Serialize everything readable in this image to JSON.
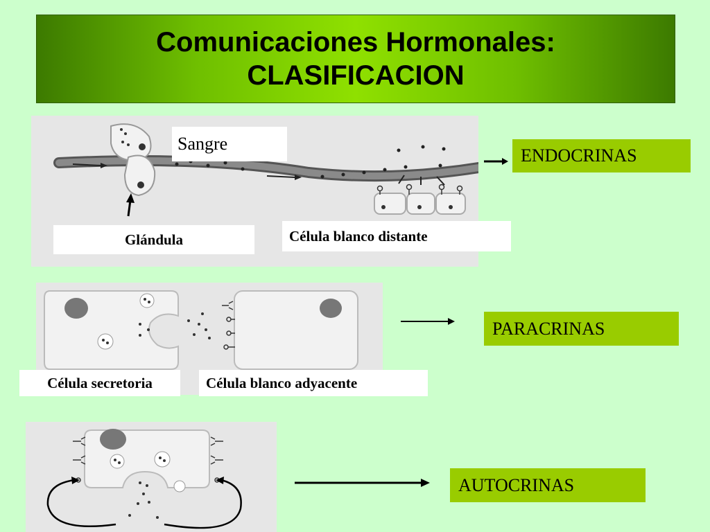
{
  "title": {
    "line1": "Comunicaciones Hormonales:",
    "line2": "CLASIFICACION"
  },
  "endocrine": {
    "sangre_label": "Sangre",
    "glandula_label": "Glándula",
    "target_label": "Célula blanco distante",
    "type_label": "ENDOCRINAS"
  },
  "paracrine": {
    "secretory_label": "Célula secretoria",
    "target_label": "Célula blanco adyacente",
    "type_label": "PARACRINAS"
  },
  "autocrine": {
    "type_label": "AUTOCRINAS"
  },
  "colors": {
    "background": "#ccffcc",
    "title_green": "#8fe000",
    "label_green": "#99cc00",
    "panel_gray": "#e6e6e6"
  }
}
